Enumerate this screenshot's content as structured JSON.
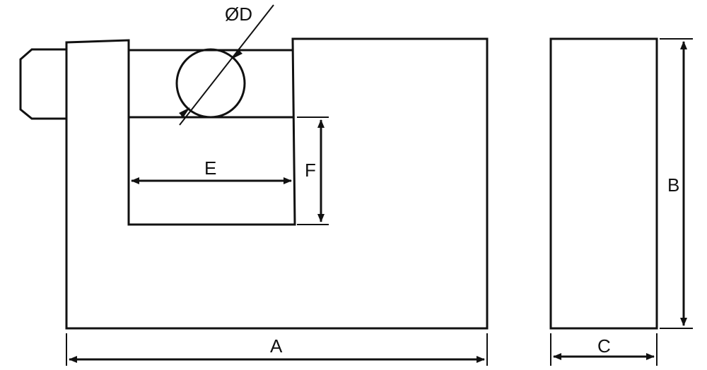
{
  "diagram": {
    "labels": {
      "diameter": "ØD",
      "width": "A",
      "height": "B",
      "depth": "C",
      "opening_width": "E",
      "opening_height": "F"
    },
    "colors": {
      "line": "#111111",
      "background": "#ffffff"
    }
  }
}
